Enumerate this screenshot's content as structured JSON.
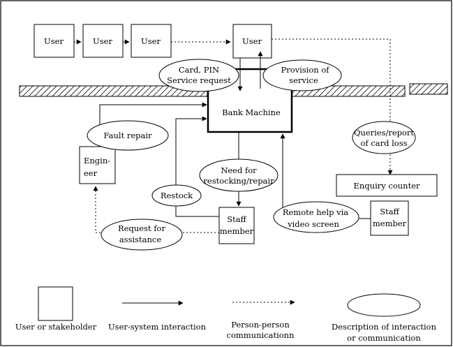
{
  "nodes": {
    "user_1": "User",
    "user_2": "User",
    "user_3": "User",
    "user_main": "User",
    "bank_machine": "Bank Machine",
    "engineer": [
      "Engin-",
      "eer"
    ],
    "staff_member_1": [
      "Staff",
      "member"
    ],
    "staff_member_2": [
      "Staff",
      "member"
    ],
    "enquiry_counter": "Enquiry counter"
  },
  "interactions": {
    "card_pin": [
      "Card, PIN",
      "Service request"
    ],
    "provision": [
      "Provision of",
      "service"
    ],
    "fault_repair": [
      "Fault repair"
    ],
    "queries": [
      "Queries/report",
      "of card loss"
    ],
    "need_restocking": [
      "Need for",
      "restocking/repair"
    ],
    "restock": [
      "Restock"
    ],
    "remote_help": [
      "Remote help via",
      "video screen"
    ],
    "request_assistance": [
      "Request for",
      "assistance"
    ]
  },
  "legend": {
    "user_stakeholder": "User or stakeholder",
    "user_system": "User-system interaction",
    "person_person": [
      "Person-person",
      "communicationn"
    ],
    "description": [
      "Description of interaction",
      "or communication"
    ]
  }
}
